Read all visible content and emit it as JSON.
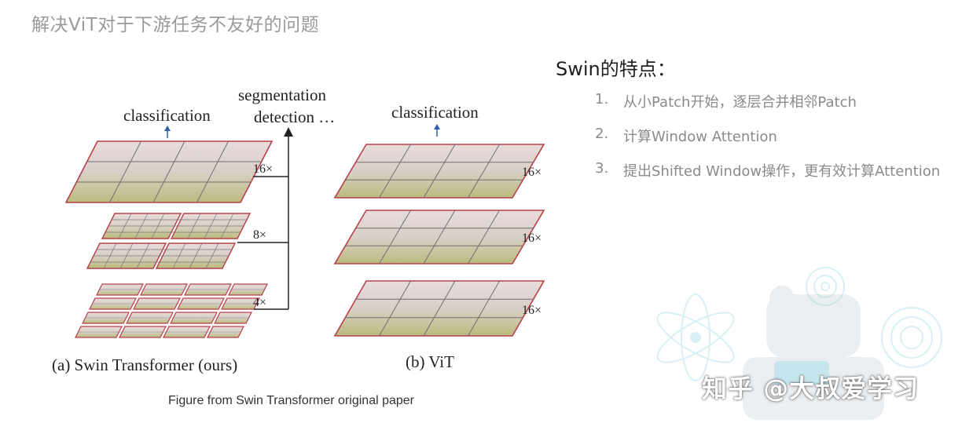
{
  "slide": {
    "title": "解决ViT对于下游任务不友好的问题",
    "caption": "Figure from Swin Transformer original paper",
    "watermark": "知乎 @大叔爱学习"
  },
  "figure": {
    "swin": {
      "top_label": "classification",
      "side_label_line1": "segmentation",
      "side_label_line2": "detection …",
      "scales": [
        "16×",
        "8×",
        "4×"
      ],
      "caption": "(a) Swin Transformer (ours)"
    },
    "vit": {
      "top_label": "classification",
      "scales": [
        "16×",
        "16×",
        "16×"
      ],
      "caption": "(b) ViT"
    },
    "colors": {
      "border": "#b8404a",
      "grid": "#7a7a7a",
      "arrow_blue": "#2f5fa8"
    }
  },
  "features": {
    "title": "Swin的特点：",
    "items": [
      {
        "num": "1.",
        "text": "从小Patch开始，逐层合并相邻Patch"
      },
      {
        "num": "2.",
        "text": "计算Window Attention"
      },
      {
        "num": "3.",
        "text": "提出Shifted Window操作，更有效计算Attention"
      }
    ]
  }
}
